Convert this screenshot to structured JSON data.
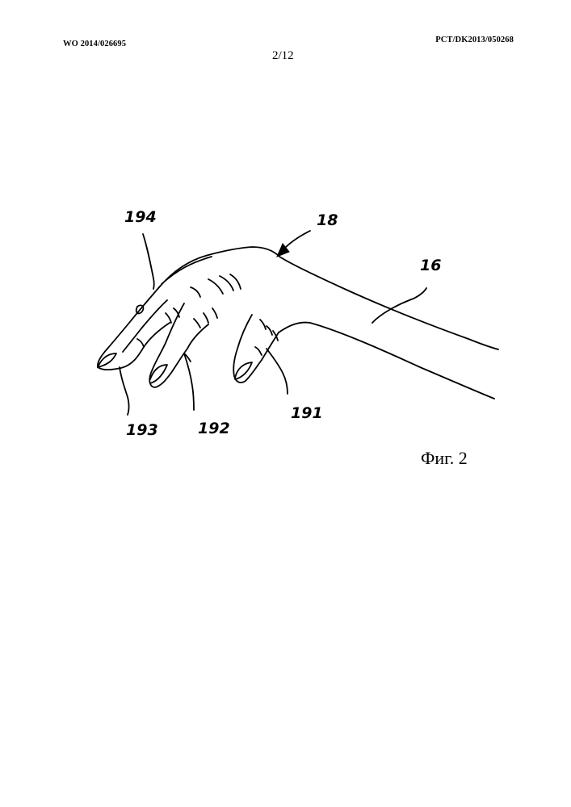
{
  "header": {
    "publication_number": "WO 2014/026695",
    "application_number": "PCT/DK2013/050268",
    "sheet": "2/12"
  },
  "figure": {
    "caption": "Фиг. 2",
    "labels": {
      "hand": "18",
      "forearm": "16",
      "finger_191": "191",
      "finger_192": "192",
      "finger_193": "193",
      "finger_194": "194"
    }
  }
}
